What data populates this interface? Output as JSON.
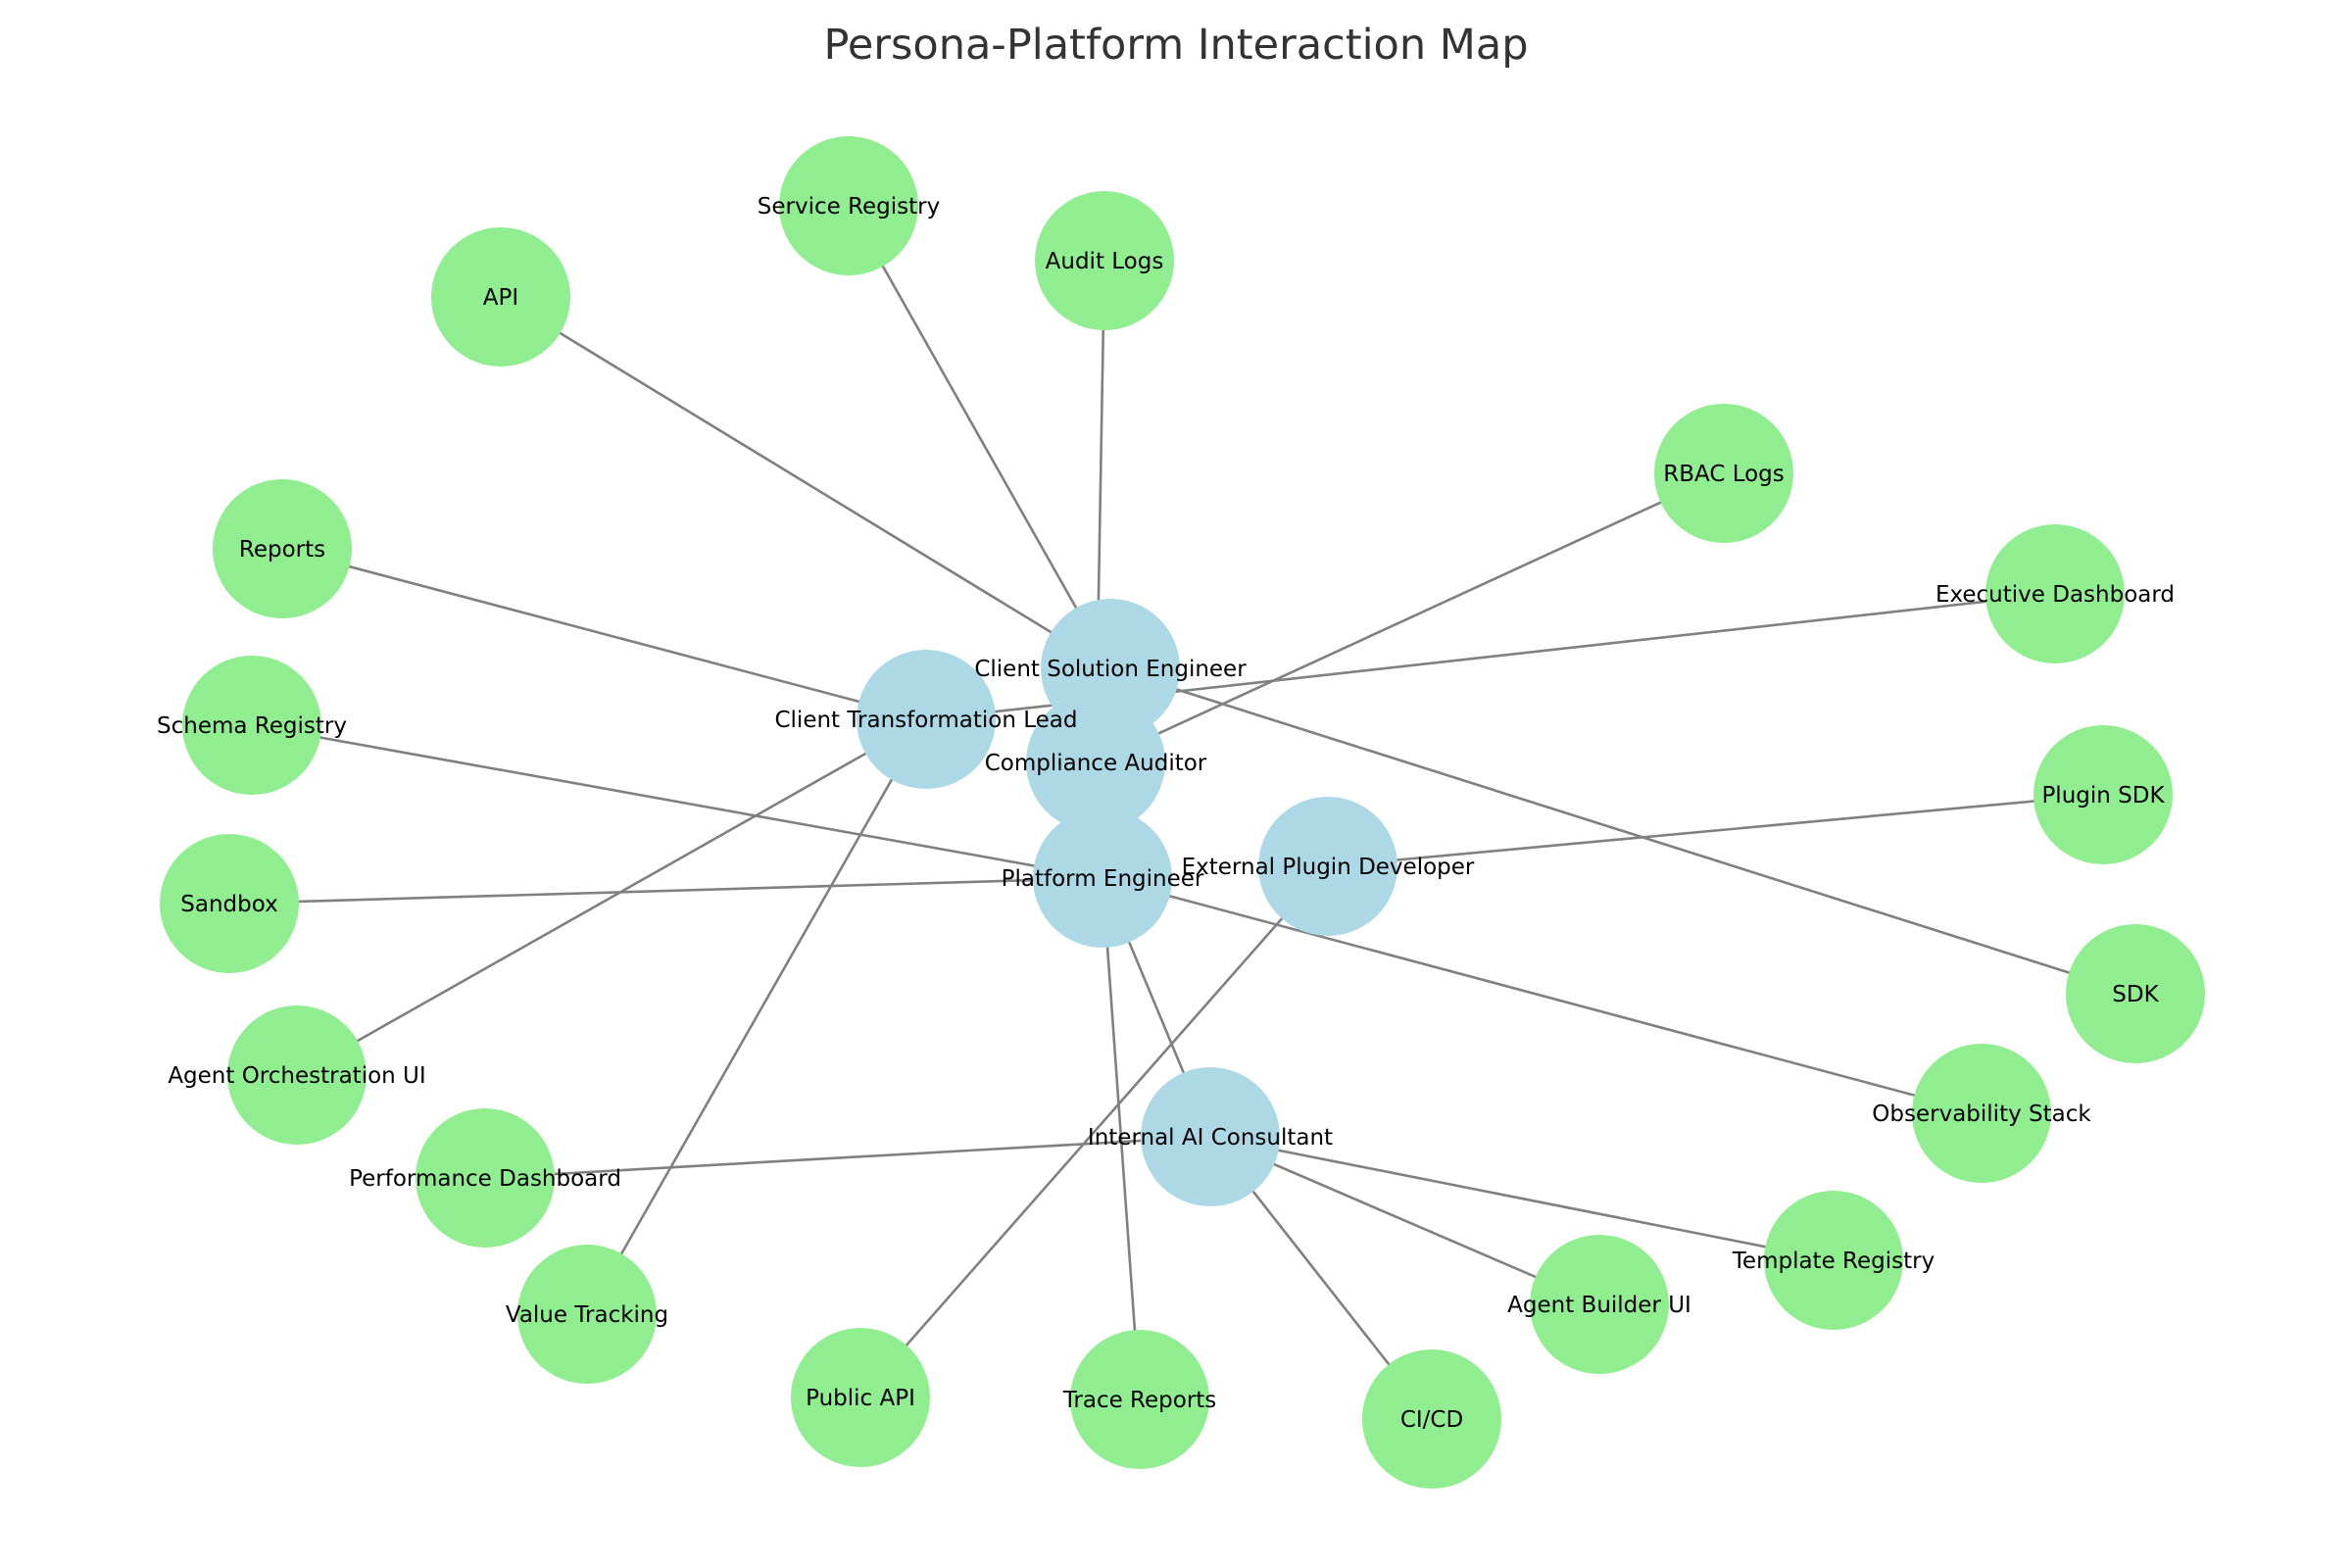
{
  "title": "Persona-Platform Interaction Map",
  "colors": {
    "persona": "#add8e6",
    "platform": "#90ee90",
    "edge": "#808080",
    "title": "#333333"
  },
  "nodes": [
    {
      "id": "cse",
      "label": "Client Solution Engineer",
      "kind": "persona"
    },
    {
      "id": "ctl",
      "label": "Client Transformation Lead",
      "kind": "persona"
    },
    {
      "id": "ca",
      "label": "Compliance Auditor",
      "kind": "persona"
    },
    {
      "id": "pe",
      "label": "Platform Engineer",
      "kind": "persona"
    },
    {
      "id": "epd",
      "label": "External Plugin Developer",
      "kind": "persona"
    },
    {
      "id": "iac",
      "label": "Internal AI Consultant",
      "kind": "persona"
    },
    {
      "id": "service_registry",
      "label": "Service Registry",
      "kind": "platform"
    },
    {
      "id": "audit_logs",
      "label": "Audit Logs",
      "kind": "platform"
    },
    {
      "id": "api",
      "label": "API",
      "kind": "platform"
    },
    {
      "id": "rbac_logs",
      "label": "RBAC Logs",
      "kind": "platform"
    },
    {
      "id": "reports",
      "label": "Reports",
      "kind": "platform"
    },
    {
      "id": "exec_dash",
      "label": "Executive Dashboard",
      "kind": "platform"
    },
    {
      "id": "schema_registry",
      "label": "Schema Registry",
      "kind": "platform"
    },
    {
      "id": "plugin_sdk",
      "label": "Plugin SDK",
      "kind": "platform"
    },
    {
      "id": "sandbox",
      "label": "Sandbox",
      "kind": "platform"
    },
    {
      "id": "sdk",
      "label": "SDK",
      "kind": "platform"
    },
    {
      "id": "agent_orch_ui",
      "label": "Agent Orchestration UI",
      "kind": "platform"
    },
    {
      "id": "observability",
      "label": "Observability Stack",
      "kind": "platform"
    },
    {
      "id": "perf_dash",
      "label": "Performance Dashboard",
      "kind": "platform"
    },
    {
      "id": "template_registry",
      "label": "Template Registry",
      "kind": "platform"
    },
    {
      "id": "value_tracking",
      "label": "Value Tracking",
      "kind": "platform"
    },
    {
      "id": "agent_builder_ui",
      "label": "Agent Builder UI",
      "kind": "platform"
    },
    {
      "id": "public_api",
      "label": "Public API",
      "kind": "platform"
    },
    {
      "id": "trace_reports",
      "label": "Trace Reports",
      "kind": "platform"
    },
    {
      "id": "cicd",
      "label": "CI/CD",
      "kind": "platform"
    }
  ],
  "edges": [
    [
      "cse",
      "api"
    ],
    [
      "cse",
      "sdk"
    ],
    [
      "cse",
      "service_registry"
    ],
    [
      "ctl",
      "exec_dash"
    ],
    [
      "ctl",
      "reports"
    ],
    [
      "ctl",
      "value_tracking"
    ],
    [
      "ctl",
      "agent_orch_ui"
    ],
    [
      "ca",
      "audit_logs"
    ],
    [
      "ca",
      "rbac_logs"
    ],
    [
      "pe",
      "schema_registry"
    ],
    [
      "pe",
      "sandbox"
    ],
    [
      "pe",
      "observability"
    ],
    [
      "pe",
      "trace_reports"
    ],
    [
      "pe",
      "iac"
    ],
    [
      "epd",
      "plugin_sdk"
    ],
    [
      "epd",
      "public_api"
    ],
    [
      "iac",
      "perf_dash"
    ],
    [
      "iac",
      "template_registry"
    ],
    [
      "iac",
      "agent_builder_ui"
    ],
    [
      "iac",
      "cicd"
    ]
  ]
}
